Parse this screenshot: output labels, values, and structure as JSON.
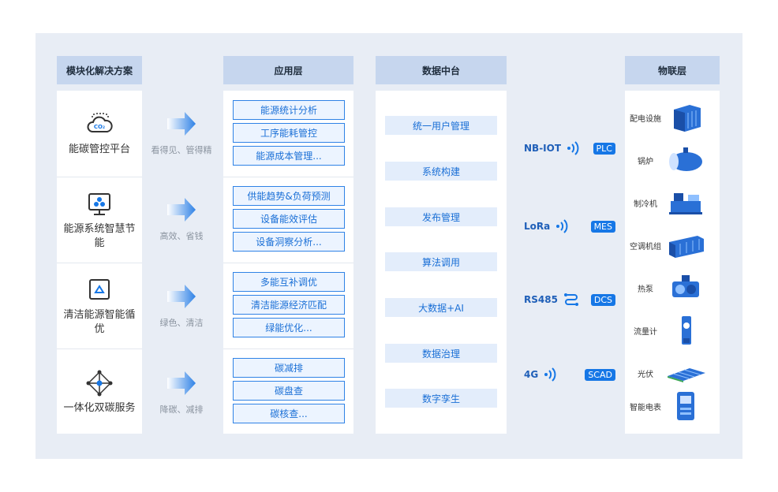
{
  "columns": {
    "modules": "模块化解决方案",
    "app": "应用层",
    "platform": "数据中台",
    "iot": "物联层"
  },
  "modules": [
    {
      "title": "能碳管控平台",
      "icon": "co2-cloud-icon",
      "arrow_caption": "看得见、管得精",
      "apps": [
        "能源统计分析",
        "工序能耗管控",
        "能源成本管理..."
      ]
    },
    {
      "title": "能源系统智慧节能",
      "icon": "monitor-icon",
      "arrow_caption": "高效、省钱",
      "apps": [
        "供能趋势&负荷预测",
        "设备能效评估",
        "设备洞察分析..."
      ]
    },
    {
      "title": "清洁能源智能循优",
      "icon": "recycle-icon",
      "arrow_caption": "绿色、清洁",
      "apps": [
        "多能互补调优",
        "清洁能源经济匹配",
        "绿能优化..."
      ]
    },
    {
      "title": "一体化双碳服务",
      "icon": "network-icon",
      "arrow_caption": "降碳、减排",
      "apps": [
        "碳减排",
        "碳盘查",
        "碳核查..."
      ]
    }
  ],
  "platform_items": [
    "统一用户管理",
    "系统构建",
    "发布管理",
    "算法调用",
    "大数据+AI",
    "数据治理",
    "数字孪生"
  ],
  "protocols": [
    {
      "name": "NB-IOT",
      "icon": "wireless-signal-icon",
      "badge": "PLC"
    },
    {
      "name": "LoRa",
      "icon": "wireless-signal-icon",
      "badge": "MES"
    },
    {
      "name": "RS485",
      "icon": "serial-cable-icon",
      "badge": "DCS"
    },
    {
      "name": "4G",
      "icon": "wireless-signal-icon",
      "badge": "SCAD"
    }
  ],
  "iot_devices": [
    {
      "label": "配电设施",
      "icon": "switchgear-icon"
    },
    {
      "label": "锅炉",
      "icon": "boiler-icon"
    },
    {
      "label": "制冷机",
      "icon": "chiller-icon"
    },
    {
      "label": "空调机组",
      "icon": "ahu-icon"
    },
    {
      "label": "热泵",
      "icon": "heat-pump-icon"
    },
    {
      "label": "流量计",
      "icon": "flow-meter-icon"
    },
    {
      "label": "光伏",
      "icon": "solar-panel-icon"
    },
    {
      "label": "智能电表",
      "icon": "smart-meter-icon"
    }
  ],
  "colors": {
    "accent": "#1677e6",
    "header_bg": "#c6d6ee",
    "frame_bg": "#e8edf5"
  }
}
